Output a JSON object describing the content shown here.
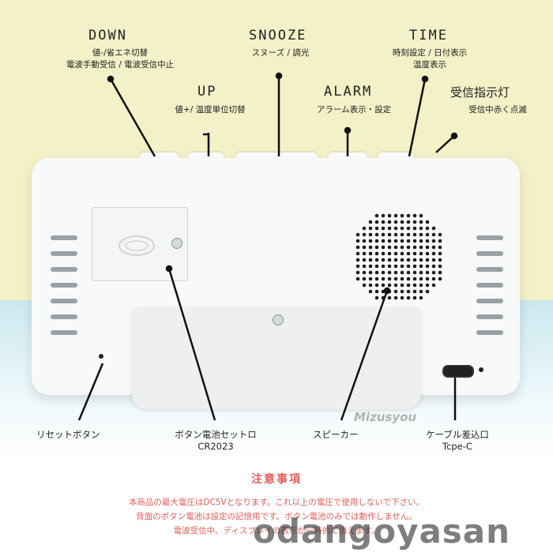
{
  "buttons": {
    "down": {
      "title": "DOWN",
      "desc1": "値-/省エネ切替",
      "desc2": "電波手動受信 / 電波受信中止",
      "key": "DOWN"
    },
    "up": {
      "title": "UP",
      "desc1": "値+/ 温度単位切替",
      "key": "UP"
    },
    "snooze": {
      "title": "SNOOZE",
      "desc1": "スヌーズ / 調光",
      "key": "SNOOZE"
    },
    "alarm": {
      "title": "ALARM",
      "desc1": "アラーム表示・設定",
      "key": "ALARM"
    },
    "time": {
      "title": "TIME",
      "desc1": "時刻設定 / 日付表示",
      "desc2": "温度表示",
      "key": "TIME"
    },
    "receive_light": {
      "title": "受信指示灯",
      "desc1": "受信中赤く点滅"
    }
  },
  "parts": {
    "reset": "リセットボタン",
    "battery": "ボタン電池セットロ",
    "battery_type": "CR2023",
    "speaker": "スピーカー",
    "cable": "ケーブル差込口",
    "cable_type": "Tcpe-C"
  },
  "notes": {
    "title": "注意事項",
    "line1": "本商品の最大電圧はDC5Vとなります。これ以上の電圧で使用しないで下さい。",
    "line2": "背面のボタン電池は設定の記憶用です。ボタン電池のみでは動作しません。",
    "line3": "電波受信中、ディスプレイの表示が一時的に消えます。"
  },
  "watermarks": {
    "brand": "Mizusyou",
    "store": "odangoyasan"
  },
  "colors": {
    "warning": "#e0605c",
    "top_background": "#f2f1c8",
    "table": "#cbe8ef"
  }
}
